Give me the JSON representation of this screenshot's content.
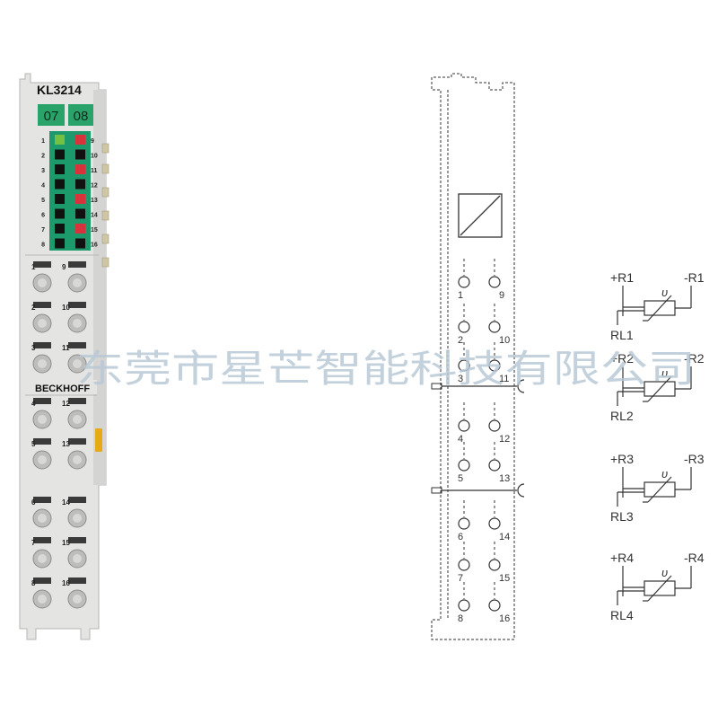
{
  "module": {
    "model": "KL3214",
    "badges": [
      "07",
      "08"
    ],
    "brand": "BECKHOFF",
    "led_left_numbers": [
      "1",
      "2",
      "3",
      "4",
      "5",
      "6",
      "7",
      "8"
    ],
    "led_right_numbers": [
      "9",
      "10",
      "11",
      "12",
      "13",
      "14",
      "15",
      "16"
    ],
    "led_left_colors": [
      "#74c043",
      "#111111",
      "#111111",
      "#111111",
      "#111111",
      "#111111",
      "#111111",
      "#111111"
    ],
    "led_right_colors": [
      "#d8333a",
      "#111111",
      "#d8333a",
      "#111111",
      "#d8333a",
      "#111111",
      "#d8333a",
      "#111111"
    ],
    "terminal_left_numbers": [
      "1",
      "2",
      "3",
      "4",
      "5",
      "6",
      "7",
      "8"
    ],
    "terminal_right_numbers": [
      "9",
      "10",
      "11",
      "12",
      "13",
      "14",
      "15",
      "16"
    ]
  },
  "schematic": {
    "left_numbers": [
      "1",
      "2",
      "3",
      "4",
      "5",
      "6",
      "7",
      "8"
    ],
    "right_numbers": [
      "9",
      "10",
      "11",
      "12",
      "13",
      "14",
      "15",
      "16"
    ]
  },
  "sensors": [
    {
      "plus": "+R1",
      "minus": "-R1",
      "rl": "RL1",
      "symbol": "υ"
    },
    {
      "plus": "+R2",
      "minus": "-R2",
      "rl": "RL2",
      "symbol": "υ"
    },
    {
      "plus": "+R3",
      "minus": "-R3",
      "rl": "RL3",
      "symbol": "υ"
    },
    {
      "plus": "+R4",
      "minus": "-R4",
      "rl": "RL4",
      "symbol": "υ"
    }
  ],
  "watermark": "东莞市星芒智能科技有限公司",
  "colors": {
    "housing": "#e4e4e2",
    "badge_green": "#2aa36b",
    "led_panel": "#1c9a6c",
    "line": "#333333",
    "watermark": "#b9c9d6"
  }
}
